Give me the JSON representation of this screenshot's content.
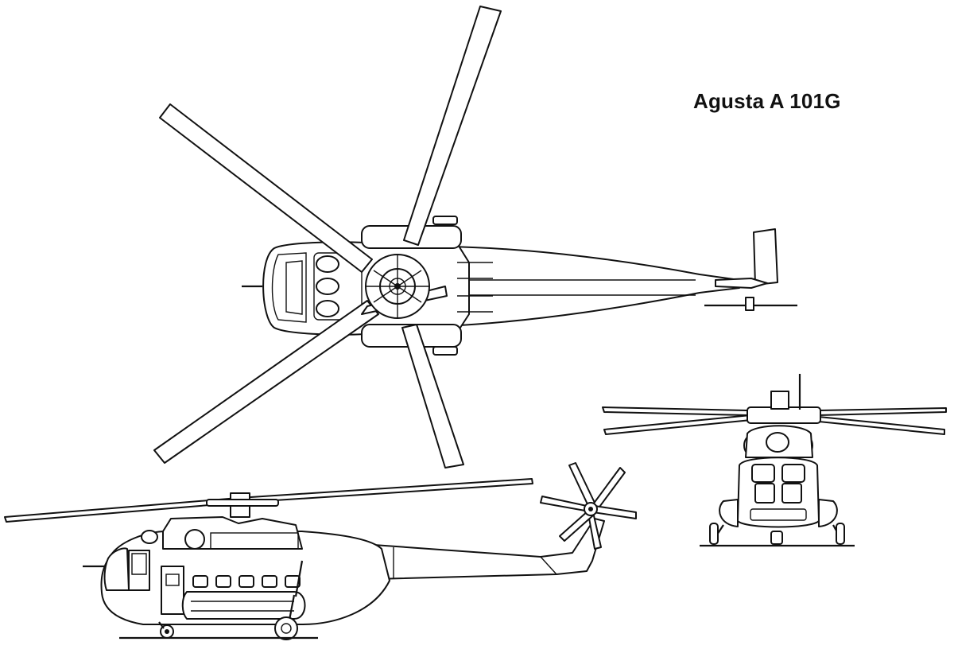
{
  "drawing": {
    "title": "Agusta A 101G",
    "views": [
      "top-view",
      "side-view",
      "front-view"
    ],
    "line_color": "#111111",
    "background": "#ffffff"
  }
}
